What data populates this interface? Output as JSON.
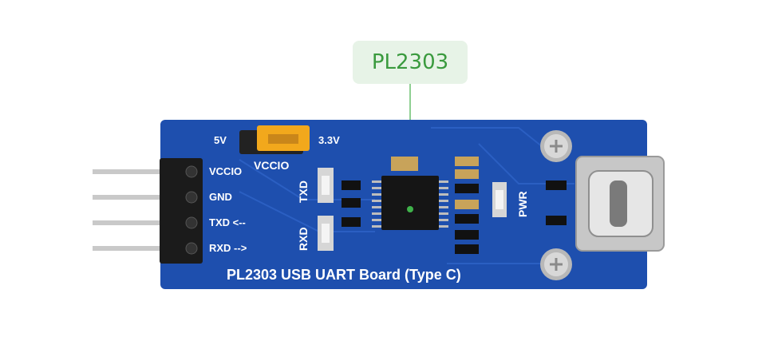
{
  "callout": {
    "text": "PL2303"
  },
  "board": {
    "title": "PL2303 USB UART Board (Type C)",
    "jumper": {
      "left": "5V",
      "right": "3.3V",
      "name": "VCCIO"
    },
    "pins": [
      "VCCIO",
      "GND",
      "TXD <--",
      "RXD -->"
    ],
    "leds": [
      "TXD",
      "RXD",
      "PWR"
    ]
  },
  "colors": {
    "board": "#1e4fae",
    "callout_bg": "#e7f3e7",
    "callout_text": "#3a9a3e",
    "jumper": "#f2a81c"
  }
}
